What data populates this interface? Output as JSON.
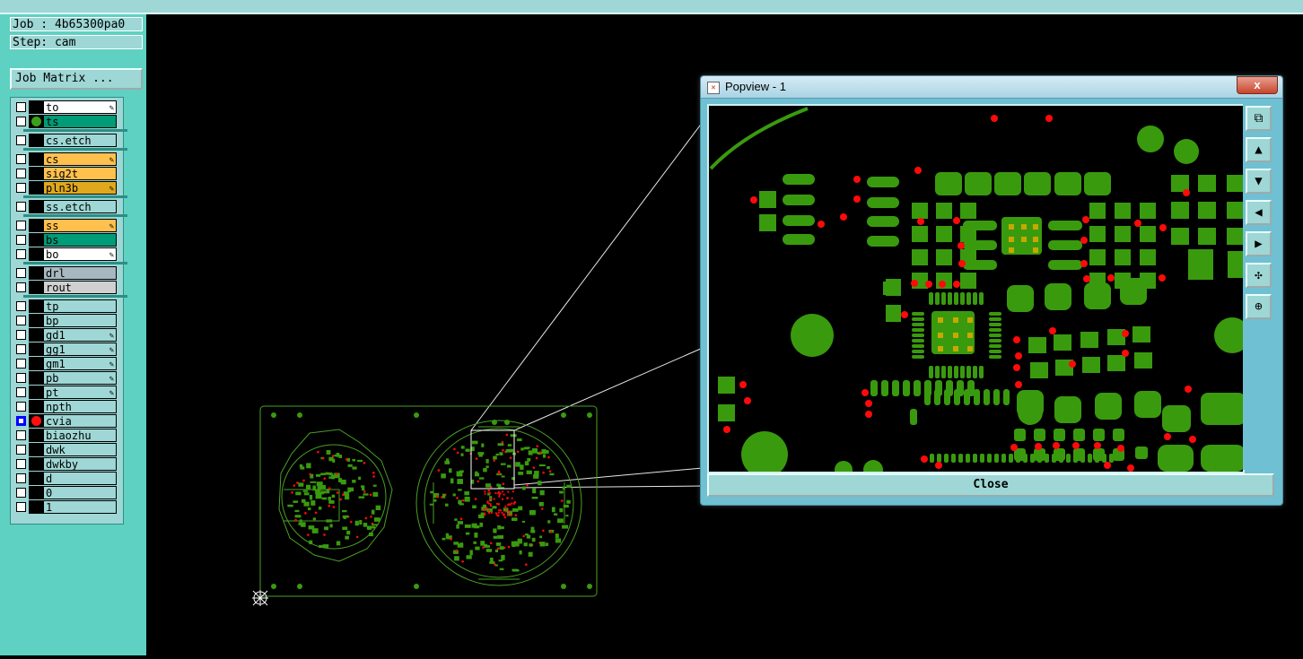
{
  "header": {
    "job": "Job : 4b65300pa0",
    "step": "Step: cam"
  },
  "job_matrix_label": "Job Matrix ...",
  "layers": [
    {
      "name": "to",
      "color": "#ffffff",
      "checked": false,
      "dot": null,
      "pen": true
    },
    {
      "name": "ts",
      "color": "#009b77",
      "checked": false,
      "dot": "#3aa01a",
      "pen": false
    },
    {
      "name": "cs.etch",
      "color": "#9ed7d5",
      "checked": false,
      "dot": null,
      "pen": false
    },
    {
      "name": "cs",
      "color": "#ffc04d",
      "checked": false,
      "dot": null,
      "pen": true
    },
    {
      "name": "sig2t",
      "color": "#ffc04d",
      "checked": false,
      "dot": null,
      "pen": false
    },
    {
      "name": "pln3b",
      "color": "#e0a81c",
      "checked": false,
      "dot": null,
      "pen": true
    },
    {
      "name": "ss.etch",
      "color": "#9ed7d5",
      "checked": false,
      "dot": null,
      "pen": false
    },
    {
      "name": "ss",
      "color": "#ffc04d",
      "checked": false,
      "dot": null,
      "pen": true
    },
    {
      "name": "bs",
      "color": "#009b77",
      "checked": false,
      "dot": null,
      "pen": false
    },
    {
      "name": "bo",
      "color": "#ffffff",
      "checked": false,
      "dot": null,
      "pen": true
    },
    {
      "name": "drl",
      "color": "#a8b8c0",
      "checked": false,
      "dot": null,
      "pen": false
    },
    {
      "name": "rout",
      "color": "#d0d0d0",
      "checked": false,
      "dot": null,
      "pen": false
    },
    {
      "name": "tp",
      "color": "#9ed7d5",
      "checked": false,
      "dot": null,
      "pen": false
    },
    {
      "name": "bp",
      "color": "#9ed7d5",
      "checked": false,
      "dot": null,
      "pen": false
    },
    {
      "name": "gd1",
      "color": "#9ed7d5",
      "checked": false,
      "dot": null,
      "pen": true
    },
    {
      "name": "gg1",
      "color": "#9ed7d5",
      "checked": false,
      "dot": null,
      "pen": true
    },
    {
      "name": "gm1",
      "color": "#9ed7d5",
      "checked": false,
      "dot": null,
      "pen": true
    },
    {
      "name": "pb",
      "color": "#9ed7d5",
      "checked": false,
      "dot": null,
      "pen": true
    },
    {
      "name": "pt",
      "color": "#9ed7d5",
      "checked": false,
      "dot": null,
      "pen": true
    },
    {
      "name": "npth",
      "color": "#9ed7d5",
      "checked": false,
      "dot": null,
      "pen": false
    },
    {
      "name": "cvia",
      "color": "#9ed7d5",
      "checked": true,
      "dot": "#ff1010",
      "pen": false
    },
    {
      "name": "biaozhu",
      "color": "#9ed7d5",
      "checked": false,
      "dot": null,
      "pen": false
    },
    {
      "name": "dwk",
      "color": "#9ed7d5",
      "checked": false,
      "dot": null,
      "pen": false
    },
    {
      "name": "dwkby",
      "color": "#9ed7d5",
      "checked": false,
      "dot": null,
      "pen": false
    },
    {
      "name": "d",
      "color": "#9ed7d5",
      "checked": false,
      "dot": null,
      "pen": false
    },
    {
      "name": "0",
      "color": "#9ed7d5",
      "checked": false,
      "dot": null,
      "pen": false
    },
    {
      "name": "1",
      "color": "#9ed7d5",
      "checked": false,
      "dot": null,
      "pen": false
    }
  ],
  "popup": {
    "title": "Popview - 1",
    "close_x": "x",
    "close_button": "Close",
    "tools": [
      "zoom-window-icon",
      "pan-up-icon",
      "pan-down-icon",
      "pan-left-icon",
      "pan-right-icon",
      "zoom-in-icon",
      "zoom-fit-icon"
    ]
  },
  "colors": {
    "pad": "#3a9a0e",
    "via": "#ff0a0a",
    "outline": "#4aa024",
    "panel": "#5fd1c2",
    "button": "#9ed7d5"
  }
}
